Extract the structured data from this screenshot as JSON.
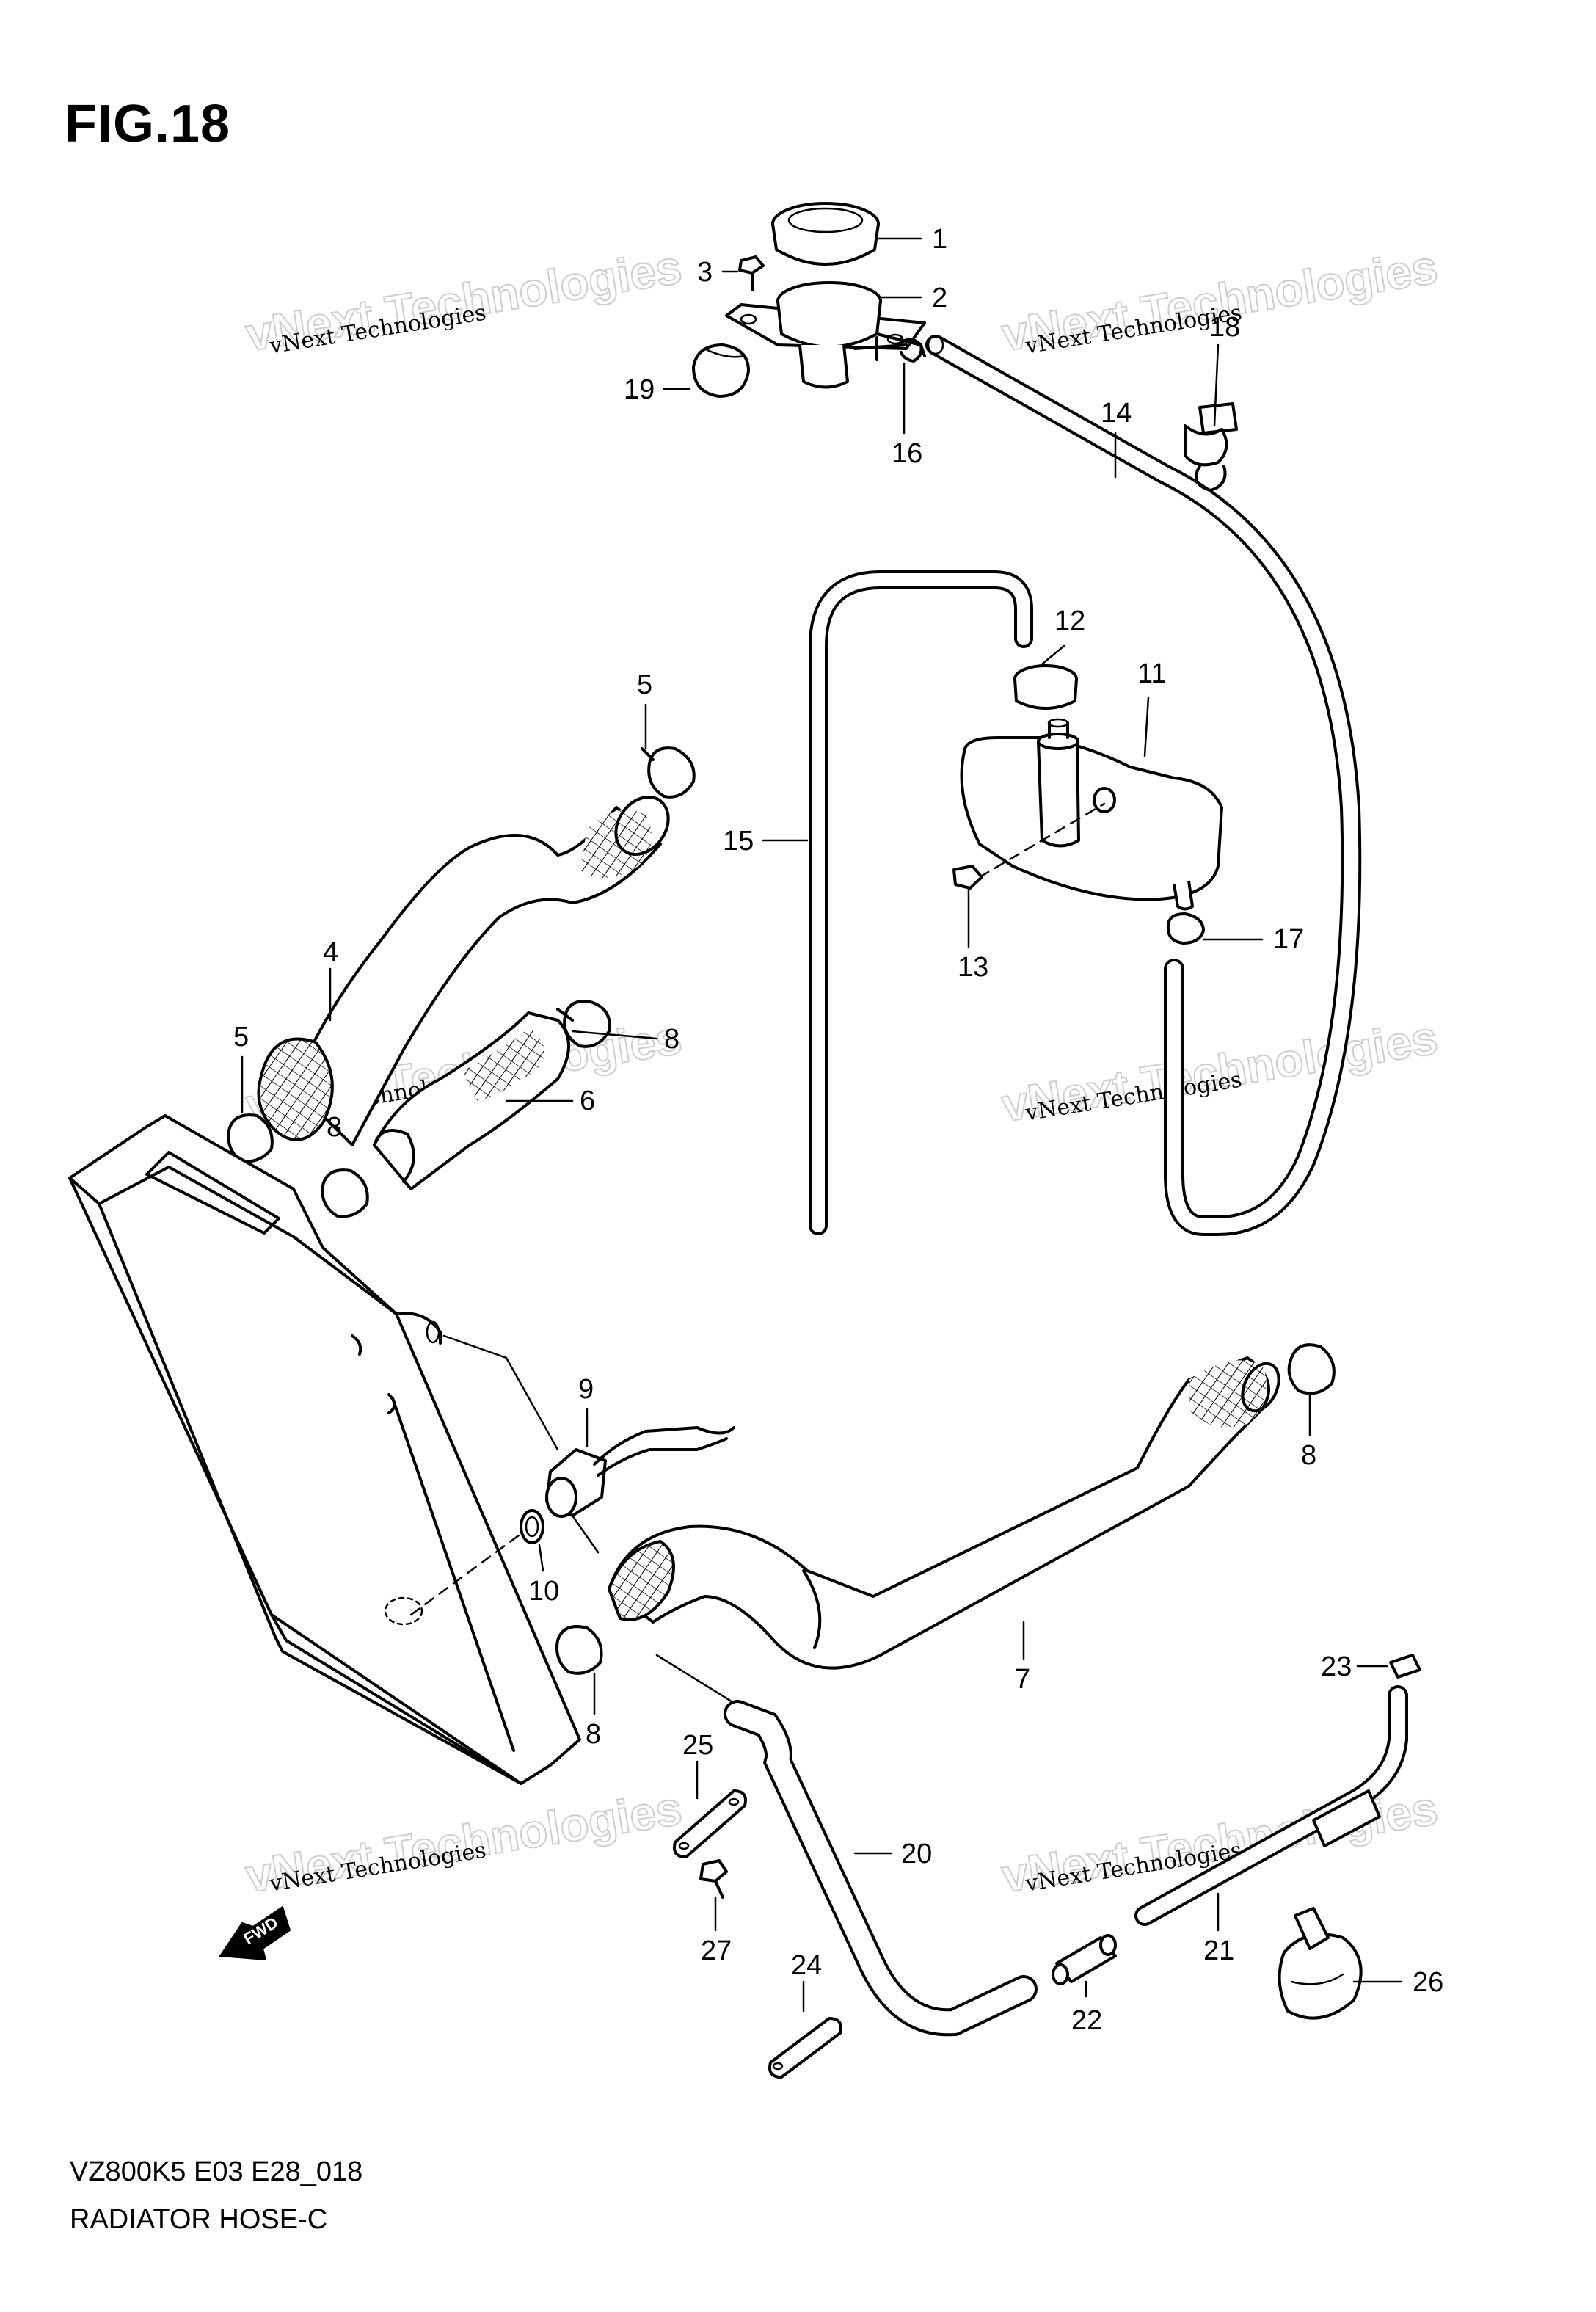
{
  "figure": {
    "title": "FIG.18",
    "footer_code": "VZ800K5 E03 E28_018",
    "footer_name": "RADIATOR HOSE-C",
    "fwd_label": "FWD"
  },
  "watermark": {
    "line1": "vNext Technologies",
    "line2": "Technologies"
  },
  "callouts": [
    {
      "id": "c1",
      "label": "1"
    },
    {
      "id": "c2",
      "label": "2"
    },
    {
      "id": "c3",
      "label": "3"
    },
    {
      "id": "c4",
      "label": "4"
    },
    {
      "id": "c5a",
      "label": "5"
    },
    {
      "id": "c5b",
      "label": "5"
    },
    {
      "id": "c6",
      "label": "6"
    },
    {
      "id": "c7",
      "label": "7"
    },
    {
      "id": "c8a",
      "label": "8"
    },
    {
      "id": "c8b",
      "label": "8"
    },
    {
      "id": "c8c",
      "label": "8"
    },
    {
      "id": "c8d",
      "label": "8"
    },
    {
      "id": "c9",
      "label": "9"
    },
    {
      "id": "c10",
      "label": "10"
    },
    {
      "id": "c11",
      "label": "11"
    },
    {
      "id": "c12",
      "label": "12"
    },
    {
      "id": "c13",
      "label": "13"
    },
    {
      "id": "c14",
      "label": "14"
    },
    {
      "id": "c15",
      "label": "15"
    },
    {
      "id": "c16",
      "label": "16"
    },
    {
      "id": "c17",
      "label": "17"
    },
    {
      "id": "c18",
      "label": "18"
    },
    {
      "id": "c19",
      "label": "19"
    },
    {
      "id": "c20",
      "label": "20"
    },
    {
      "id": "c21",
      "label": "21"
    },
    {
      "id": "c22",
      "label": "22"
    },
    {
      "id": "c23",
      "label": "23"
    },
    {
      "id": "c24",
      "label": "24"
    },
    {
      "id": "c25",
      "label": "25"
    },
    {
      "id": "c26",
      "label": "26"
    },
    {
      "id": "c27",
      "label": "27"
    }
  ]
}
